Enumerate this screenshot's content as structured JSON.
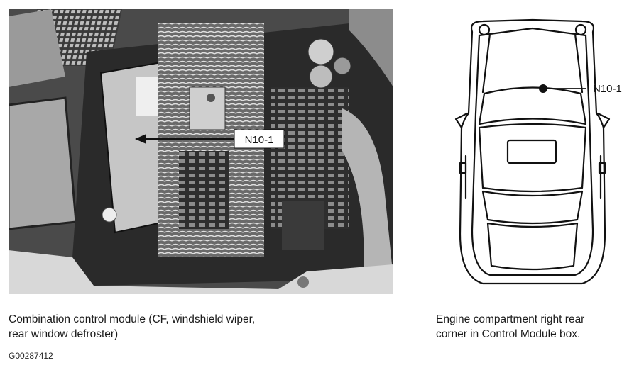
{
  "photo": {
    "callout_label": "N10-1"
  },
  "car_view": {
    "callout_label": "N10-1"
  },
  "captions": {
    "left_line1": "Combination control module (CF, windshield wiper,",
    "left_line2": "rear window defroster)",
    "right_line1": "Engine compartment right rear",
    "right_line2": "corner in Control Module box."
  },
  "figure_id": "G00287412",
  "colors": {
    "photo_dark": "#2b2b2b",
    "photo_mid": "#7a7a7a",
    "photo_light": "#d9d9d9",
    "line": "#111111"
  }
}
